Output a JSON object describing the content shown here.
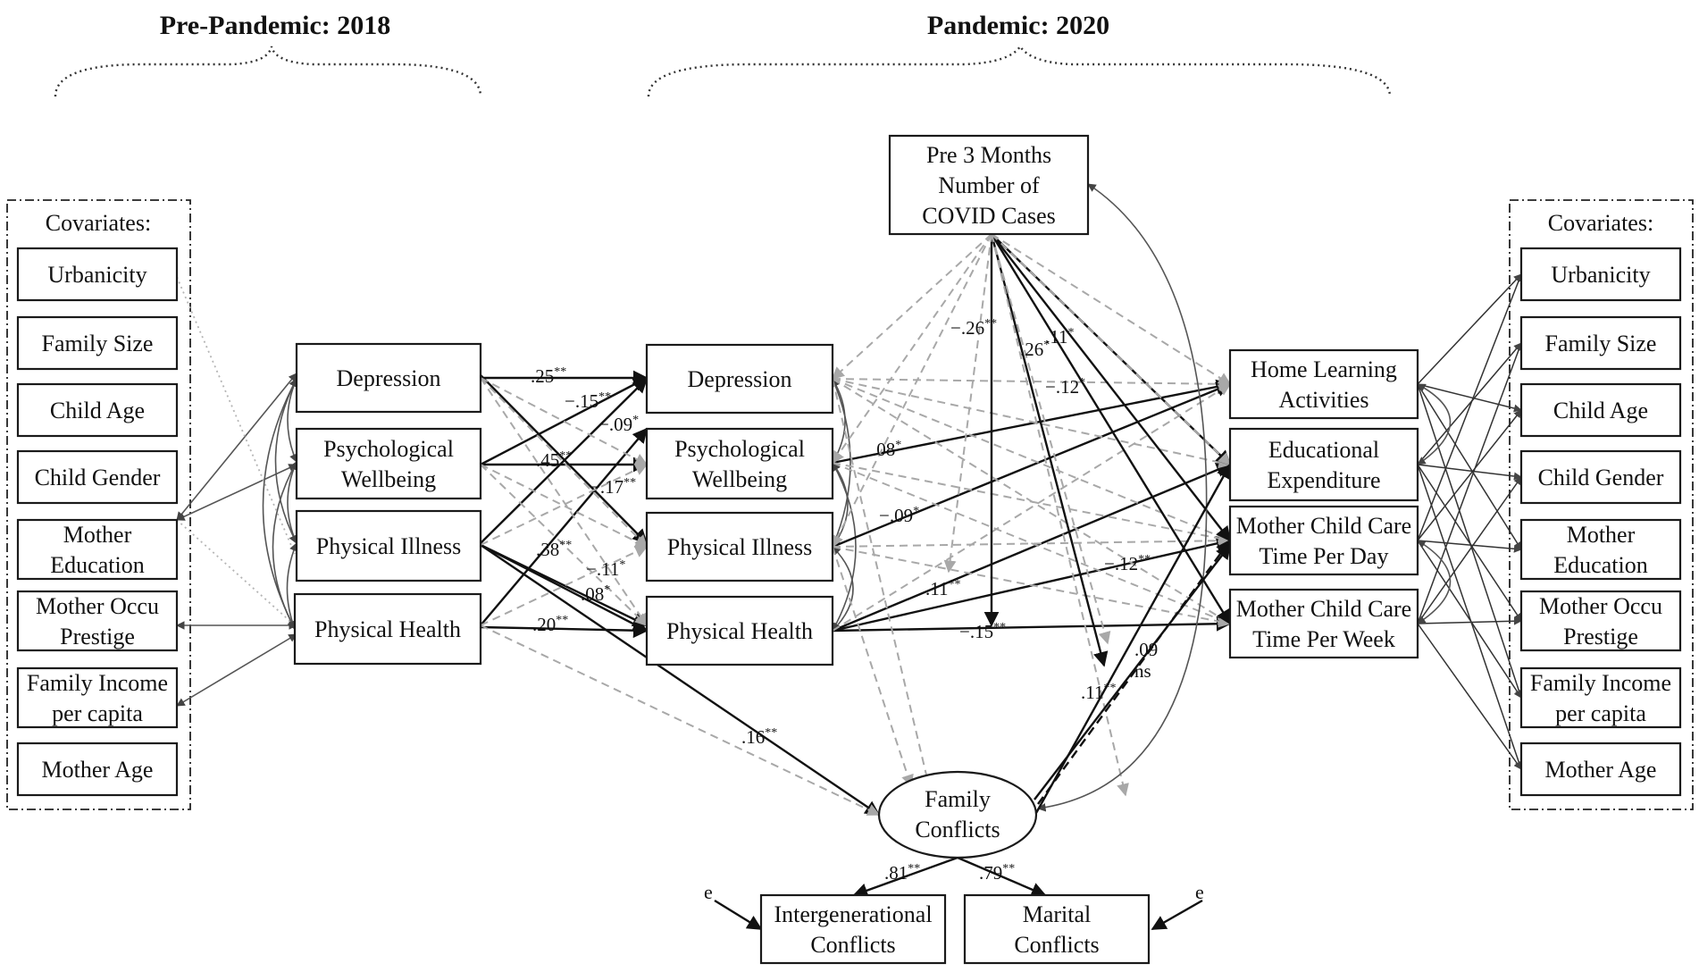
{
  "phases": {
    "pre": "Pre-Pandemic: 2018",
    "pandemic": "Pandemic: 2020"
  },
  "covariates": {
    "title": "Covariates:",
    "items": [
      [
        "Urbanicity"
      ],
      [
        "Family Size"
      ],
      [
        "Child Age"
      ],
      [
        "Child Gender"
      ],
      [
        "Mother",
        "Education"
      ],
      [
        "Mother Occu",
        "Prestige"
      ],
      [
        "Family Income",
        "per capita"
      ],
      [
        "Mother Age"
      ]
    ]
  },
  "pre_2018": [
    [
      "Depression"
    ],
    [
      "Psychological",
      "Wellbeing"
    ],
    [
      "Physical Illness"
    ],
    [
      "Physical Health"
    ]
  ],
  "mid_2020": [
    [
      "Depression"
    ],
    [
      "Psychological",
      "Wellbeing"
    ],
    [
      "Physical Illness"
    ],
    [
      "Physical Health"
    ]
  ],
  "covid": [
    "Pre 3 Months",
    "Number of",
    "COVID Cases"
  ],
  "outcomes": [
    [
      "Home Learning",
      "Activities"
    ],
    [
      "Educational",
      "Expenditure"
    ],
    [
      "Mother Child Care",
      "Time Per Day"
    ],
    [
      "Mother Child Care",
      "Time Per Week"
    ]
  ],
  "family_conflicts": [
    "Family",
    "Conflicts"
  ],
  "indicators": [
    [
      "Intergenerational",
      "Conflicts"
    ],
    [
      "Marital",
      "Conflicts"
    ]
  ],
  "error_label": "e",
  "coefficients": [
    {
      "id": "c1",
      "v": ".25",
      "s": "**"
    },
    {
      "id": "c2",
      "v": "−.15",
      "s": "**"
    },
    {
      "id": "c3",
      "v": "−.09",
      "s": "*"
    },
    {
      "id": "c4",
      "v": ".45",
      "s": "**"
    },
    {
      "id": "c5",
      "v": "−.17",
      "s": "**"
    },
    {
      "id": "c6",
      "v": ".38",
      "s": "**"
    },
    {
      "id": "c7",
      "v": "−.11",
      "s": "*"
    },
    {
      "id": "c8",
      "v": ".08",
      "s": "*"
    },
    {
      "id": "c9",
      "v": ".20",
      "s": "**"
    },
    {
      "id": "c10",
      "v": ".16",
      "s": "**"
    },
    {
      "id": "c11",
      "v": "−.26",
      "s": "**"
    },
    {
      "id": "c12",
      "v": ".26",
      "s": "*"
    },
    {
      "id": "c13",
      "v": ".11",
      "s": "*"
    },
    {
      "id": "c14",
      "v": "−.12",
      "s": "*"
    },
    {
      "id": "c15",
      "v": ".08",
      "s": "*"
    },
    {
      "id": "c16",
      "v": "−.09",
      "s": "*"
    },
    {
      "id": "c17",
      "v": ".11",
      "s": "**"
    },
    {
      "id": "c18",
      "v": "−.12",
      "s": "**"
    },
    {
      "id": "c19",
      "v": "−.15",
      "s": "**"
    },
    {
      "id": "c20",
      "v": ".09",
      "s": ""
    },
    {
      "id": "c21",
      "v": "ns",
      "s": ""
    },
    {
      "id": "c22",
      "v": ".11",
      "s": "**"
    },
    {
      "id": "c23",
      "v": ".81",
      "s": "**"
    },
    {
      "id": "c24",
      "v": ".79",
      "s": "**"
    }
  ]
}
